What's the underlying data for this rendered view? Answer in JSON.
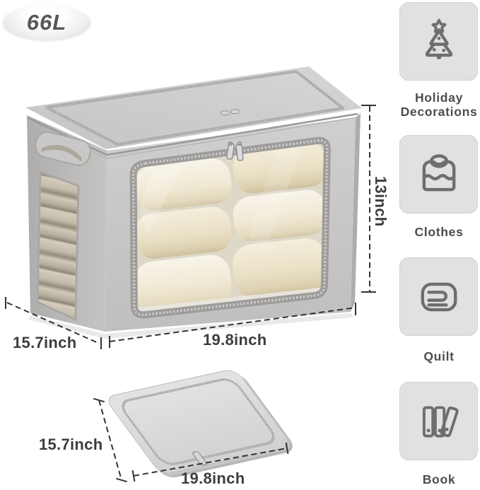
{
  "badge": {
    "label": "66L"
  },
  "main_box": {
    "height_label": "13inch",
    "depth_label": "15.7inch",
    "width_label": "19.8inch"
  },
  "folded_box": {
    "depth_label": "15.7inch",
    "width_label": "19.8inch"
  },
  "categories": [
    {
      "label": "Holiday Decorations",
      "icon": "christmas-tree-icon"
    },
    {
      "label": "Clothes",
      "icon": "sweater-icon"
    },
    {
      "label": "Quilt",
      "icon": "folded-quilt-icon"
    },
    {
      "label": "Book",
      "icon": "books-icon"
    }
  ],
  "colors": {
    "fabric_gray": "#c9c8c6",
    "fabric_gray_dark": "#b5b4b2",
    "blanket_cream": "#f1ead7",
    "zipper_gray": "#9d9c9a",
    "card_background": "#e1e1e1",
    "icon_stroke": "#6e6e6e",
    "category_text": "#4c4c4c",
    "dimension_text": "#3d3d3d",
    "dashed_line": "#333333"
  }
}
